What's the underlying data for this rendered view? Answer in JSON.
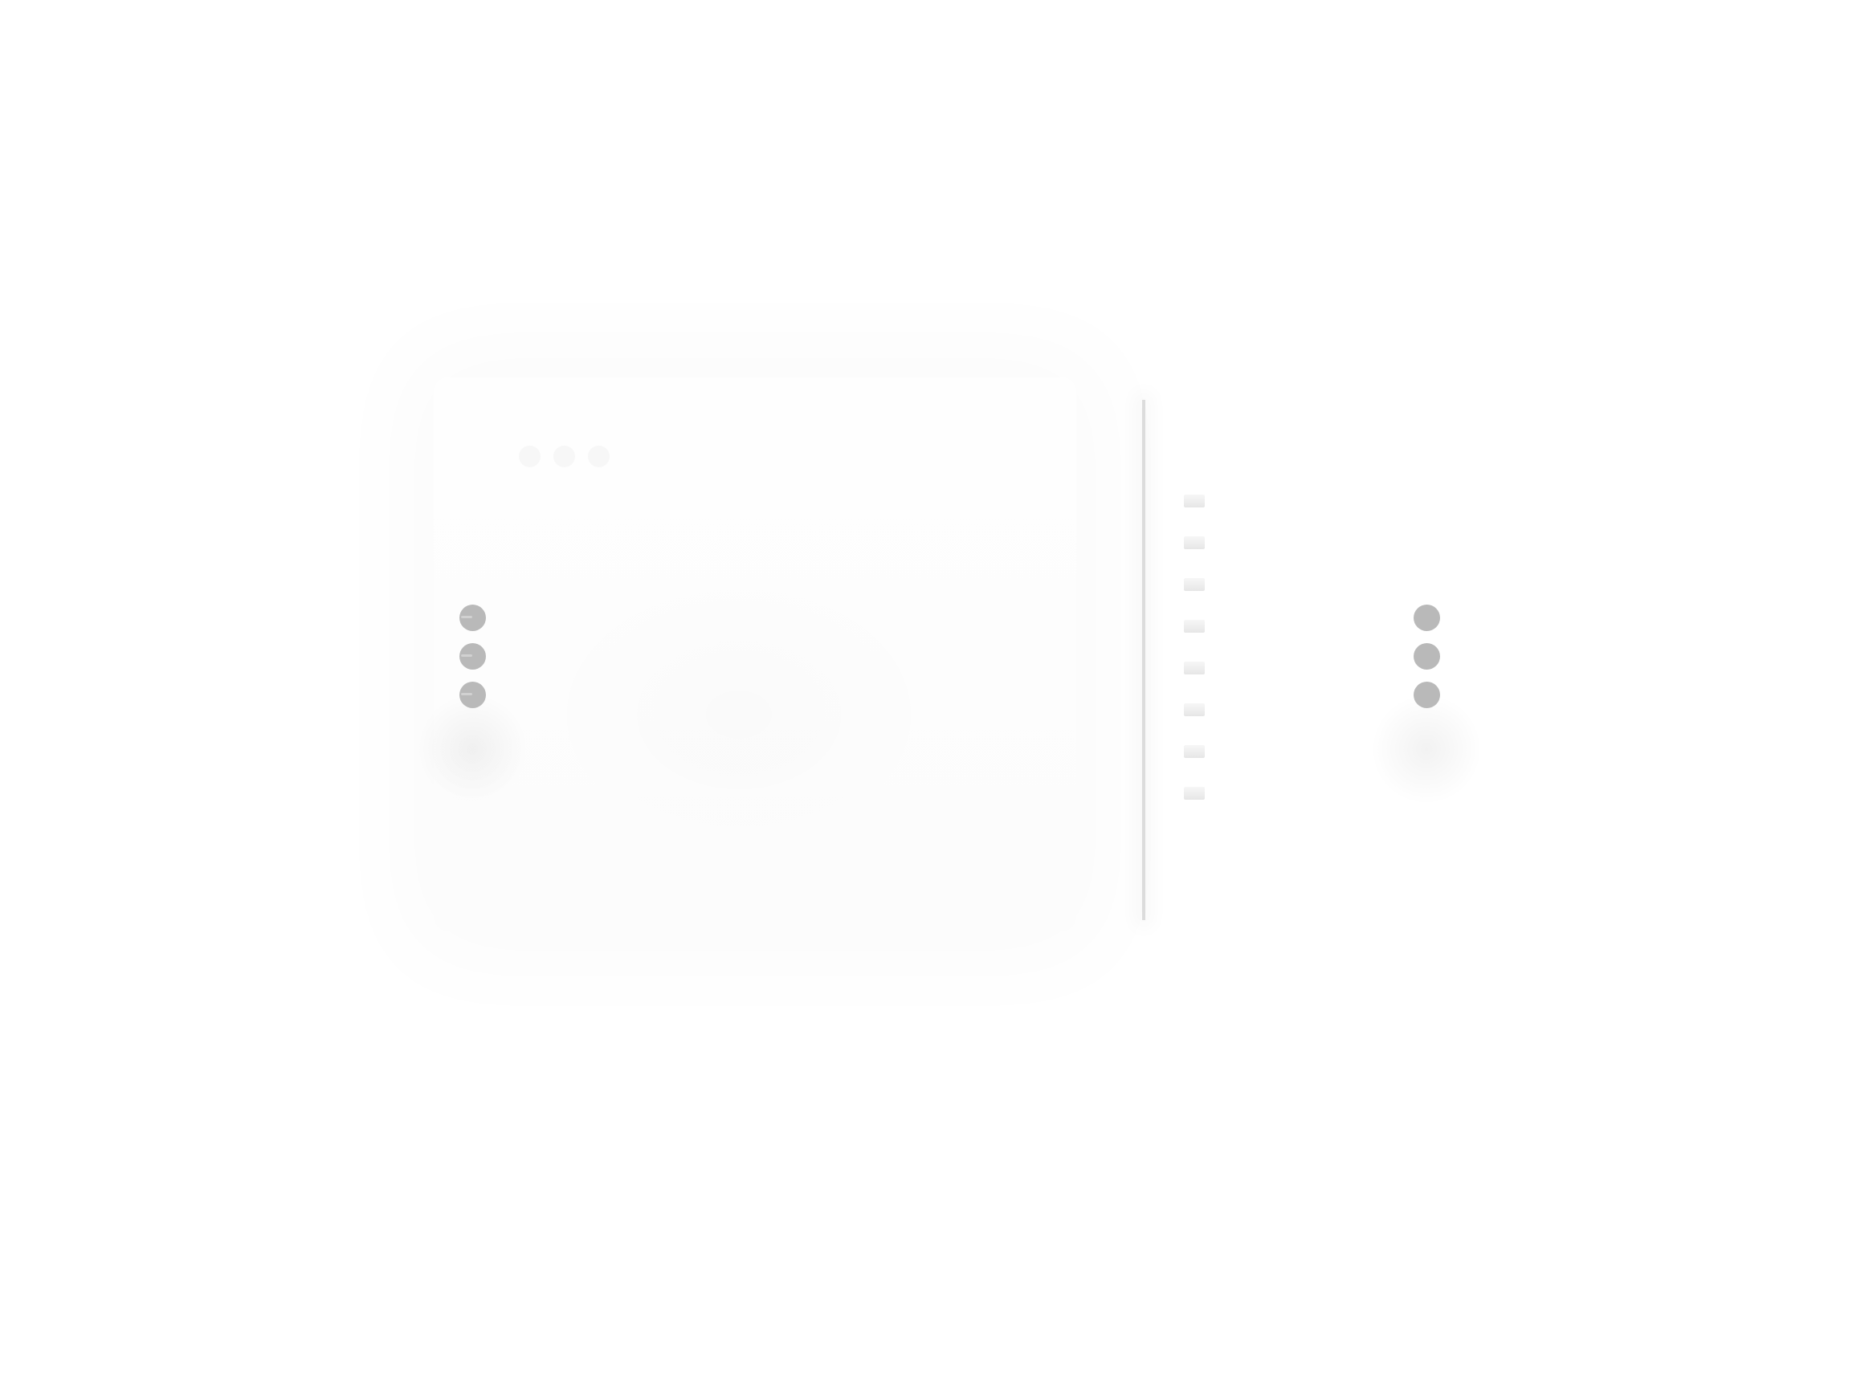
{
  "window": {
    "traffic_lights": [
      "close",
      "minimize",
      "maximize"
    ]
  },
  "controls": {
    "left_more_button_icon": "kebab-vertical-icon",
    "right_more_button_icon": "kebab-vertical-icon"
  },
  "divider": {
    "tick_count": 8
  },
  "colors": {
    "background": "#ffffff",
    "dot": "#b9b9b9",
    "divider": "#dcdcdc",
    "tick": "#e6e6e6",
    "traffic_light": "#f7f7f7"
  }
}
